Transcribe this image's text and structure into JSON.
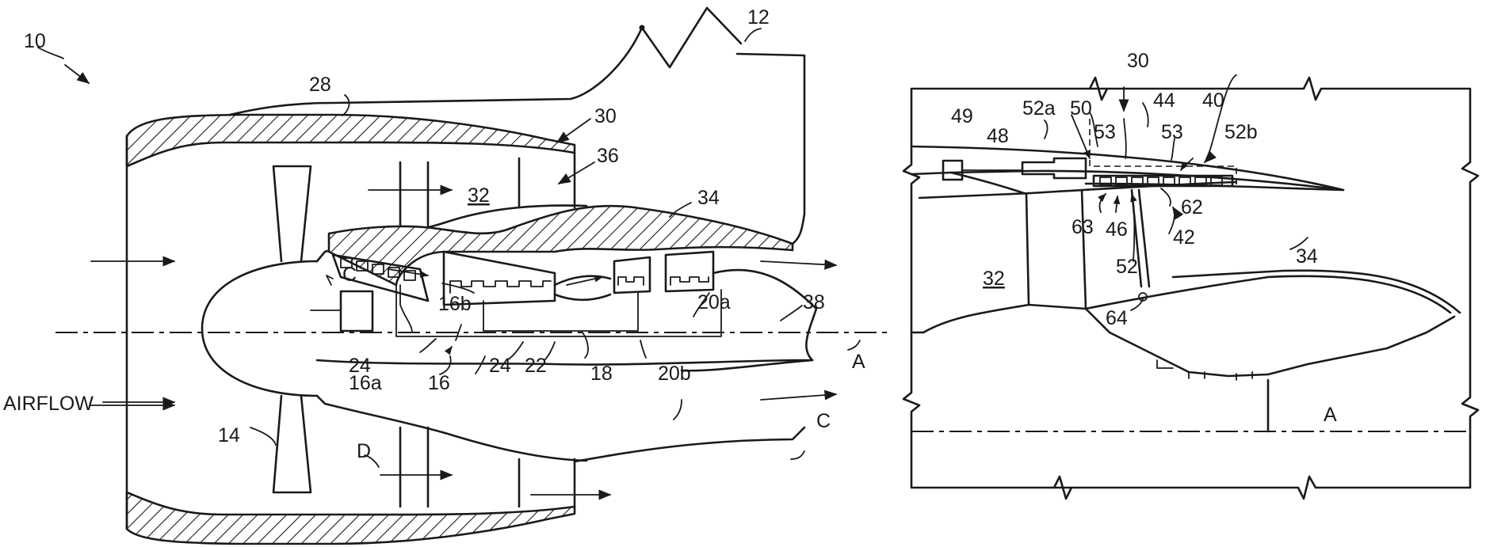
{
  "fig_left": {
    "ref_10": "10",
    "ref_12": "12",
    "ref_28": "28",
    "ref_30": "30",
    "ref_36": "36",
    "ref_32": "32",
    "ref_34": "34",
    "ref_c_inner": "C",
    "ref_16b": "16b",
    "ref_20a": "20a",
    "ref_38": "38",
    "ref_a": "A",
    "ref_24a": "24",
    "ref_16a": "16a",
    "ref_16": "16",
    "ref_24b": "24",
    "ref_22": "22",
    "ref_18": "18",
    "ref_20b": "20b",
    "airflow": "AIRFLOW",
    "ref_14": "14",
    "ref_d": "D",
    "ref_c_outer": "C"
  },
  "fig_right": {
    "ref_30": "30",
    "ref_52a": "52a",
    "ref_50": "50",
    "ref_44": "44",
    "ref_40": "40",
    "ref_49": "49",
    "ref_48": "48",
    "ref_53a": "53",
    "ref_53b": "53",
    "ref_52b": "52b",
    "ref_62": "62",
    "ref_63": "63",
    "ref_46": "46",
    "ref_42": "42",
    "ref_32": "32",
    "ref_52": "52",
    "ref_34": "34",
    "ref_64": "64",
    "ref_a": "A"
  }
}
